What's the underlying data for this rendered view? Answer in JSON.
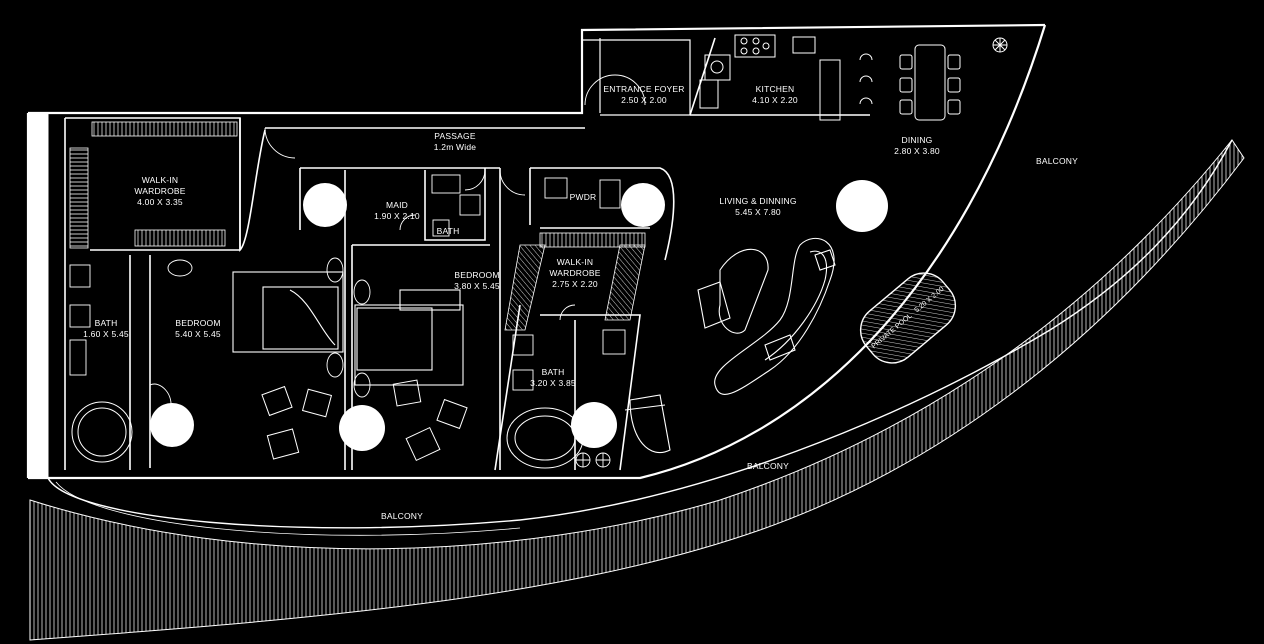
{
  "rooms": {
    "entrance_foyer": {
      "name": "ENTRANCE FOYER",
      "dims": "2.50 X 2.00"
    },
    "kitchen": {
      "name": "KITCHEN",
      "dims": "4.10 X 2.20"
    },
    "dining": {
      "name": "DINING",
      "dims": "2.80 X 3.80"
    },
    "passage": {
      "name": "PASSAGE",
      "dims": "1.2m Wide"
    },
    "walkin_wardrobe_1": {
      "name_line1": "WALK-IN",
      "name_line2": "WARDROBE",
      "dims": "4.00 X 3.35"
    },
    "maid": {
      "name": "MAID",
      "dims": "1.90 X 2.10"
    },
    "maid_bath": {
      "name": "BATH"
    },
    "pwdr": {
      "name": "PWDR"
    },
    "living_dining": {
      "name": "LIVING & DINNING",
      "dims": "5.45 X 7.80"
    },
    "bedroom_1": {
      "name": "BEDROOM",
      "dims": "5.40 X 5.45"
    },
    "bath_1": {
      "name": "BATH",
      "dims": "1.60 X 5.45"
    },
    "bedroom_2": {
      "name": "BEDROOM",
      "dims": "3.80 X 5.45"
    },
    "walkin_wardrobe_2": {
      "name_line1": "WALK-IN",
      "name_line2": "WARDROBE",
      "dims": "2.75 X 2.20"
    },
    "bath_2": {
      "name": "BATH",
      "dims": "3.20 X 3.85"
    },
    "private_pool": {
      "name": "PRIVATE POOL",
      "dims": "5.20 X 2.00"
    }
  },
  "balconies": {
    "east": "BALCONY",
    "south_east": "BALCONY",
    "south": "BALCONY"
  },
  "colors": {
    "background": "#000000",
    "line": "#ffffff"
  }
}
